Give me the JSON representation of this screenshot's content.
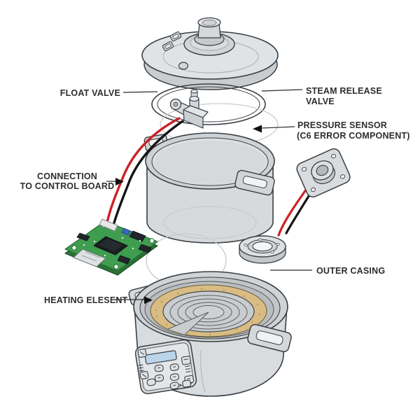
{
  "diagram": {
    "subject": "pressure-cooker-exploded-view",
    "labels": {
      "float_valve": "FLOAT VALVE",
      "steam_release_1": "STEAM RELEASE",
      "steam_release_2": "VALVE",
      "pressure_sensor_1": "PRESSURE SENSOR",
      "pressure_sensor_2": "(C6 ERROR COMPONENT)",
      "connection_1": "CONNECTION",
      "connection_2": "TO CONTROL BOARD",
      "heating_element": "HEATING ELESENT",
      "outer_casing": "OUTER CASING"
    },
    "colors": {
      "background": "#ffffff",
      "outline": "#3a3f44",
      "label_text": "#2d2d2d",
      "wire_red": "#cc2127",
      "wire_black": "#151515",
      "pcb_green": "#3f9d50",
      "pcb_side_green": "#2b7136",
      "heating_ring_tan": "#d8bc83",
      "lcd_blue": "#bad4e9",
      "metal_light": "#e0e3e5",
      "metal_mid": "#d2d5d8",
      "metal_dark": "#bfc3c6"
    }
  }
}
